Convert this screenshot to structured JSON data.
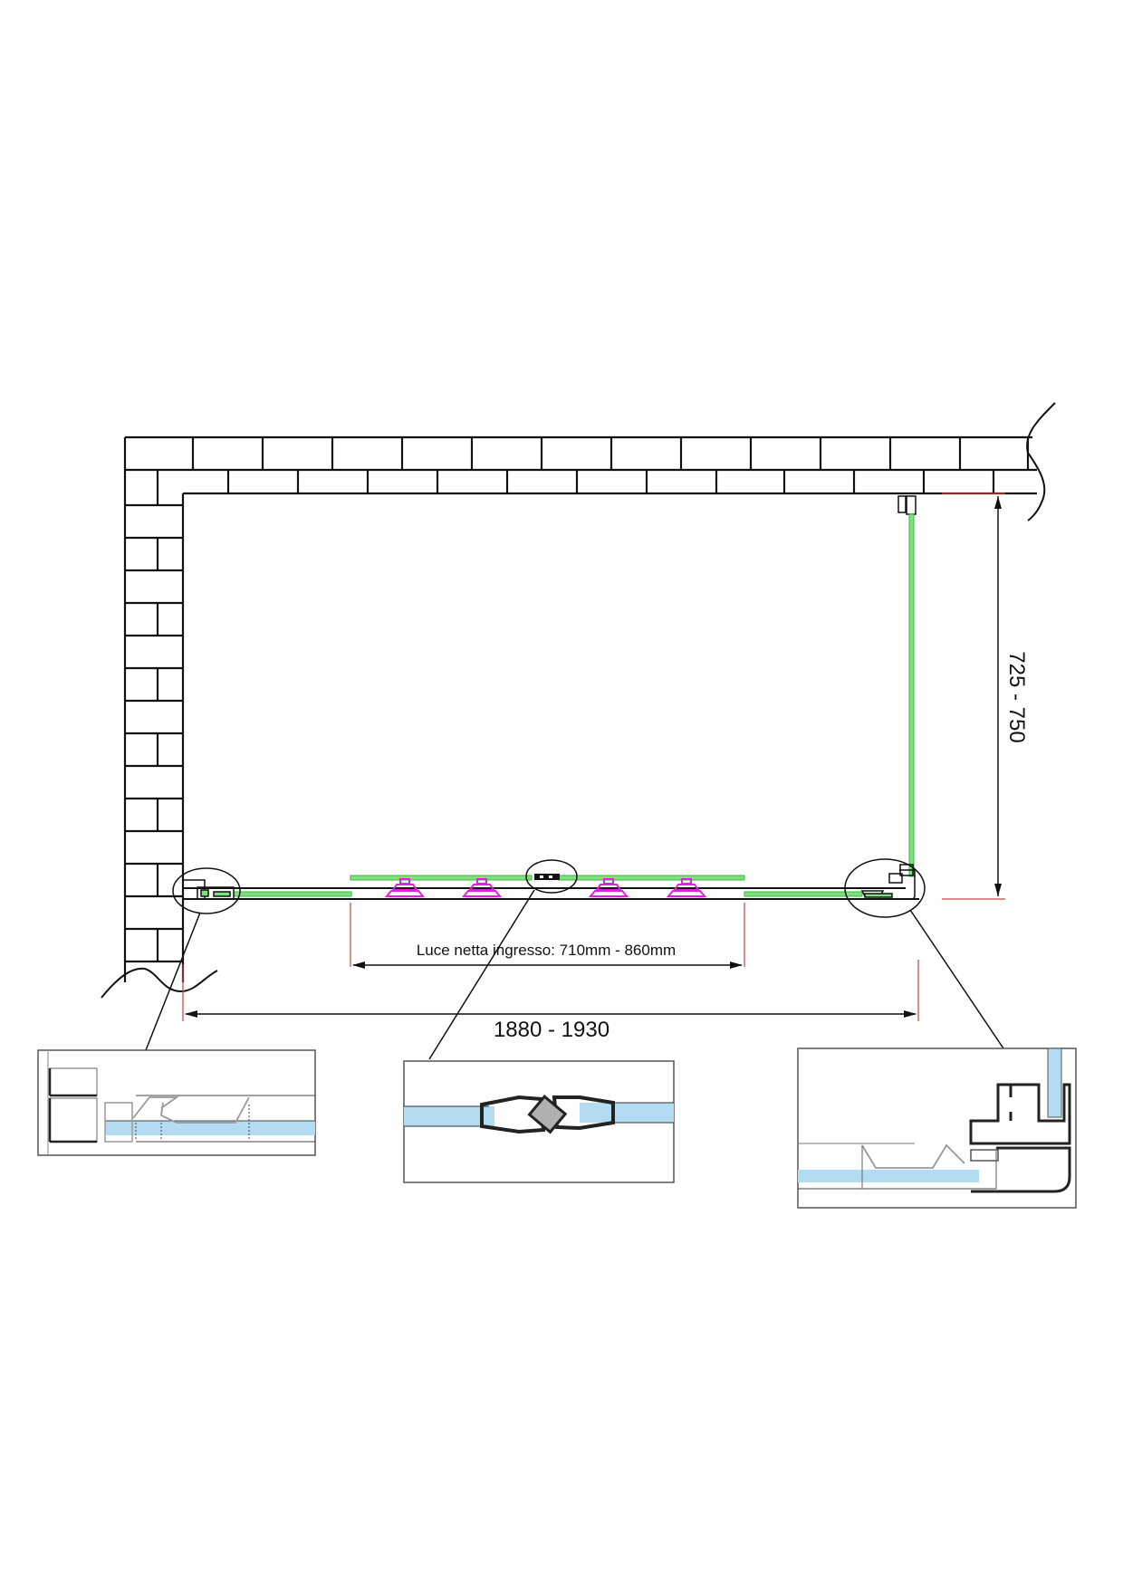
{
  "drawing": {
    "type": "shower enclosure plan view",
    "colors": {
      "wall_line": "#111111",
      "glass_green": "#7ee07e",
      "glass_green_dark": "#3cb83c",
      "roller_magenta": "#e020e0",
      "dimension_red": "#d04040",
      "glass_blue": "#b3dcf3",
      "profile_gray": "#999999",
      "magnet_gray": "#b0b0b0"
    }
  },
  "dimensions": {
    "depth": "725 - 750",
    "width": "1880 - 1930",
    "entrance": "Luce netta ingresso: 710mm - 860mm"
  },
  "details": [
    {
      "id": "left-wall-profile",
      "description": "Left wall profile with fixed glass panel"
    },
    {
      "id": "magnetic-closure",
      "description": "Central magnetic door closure"
    },
    {
      "id": "right-corner-profile",
      "description": "Right corner profile joining side panel"
    }
  ]
}
